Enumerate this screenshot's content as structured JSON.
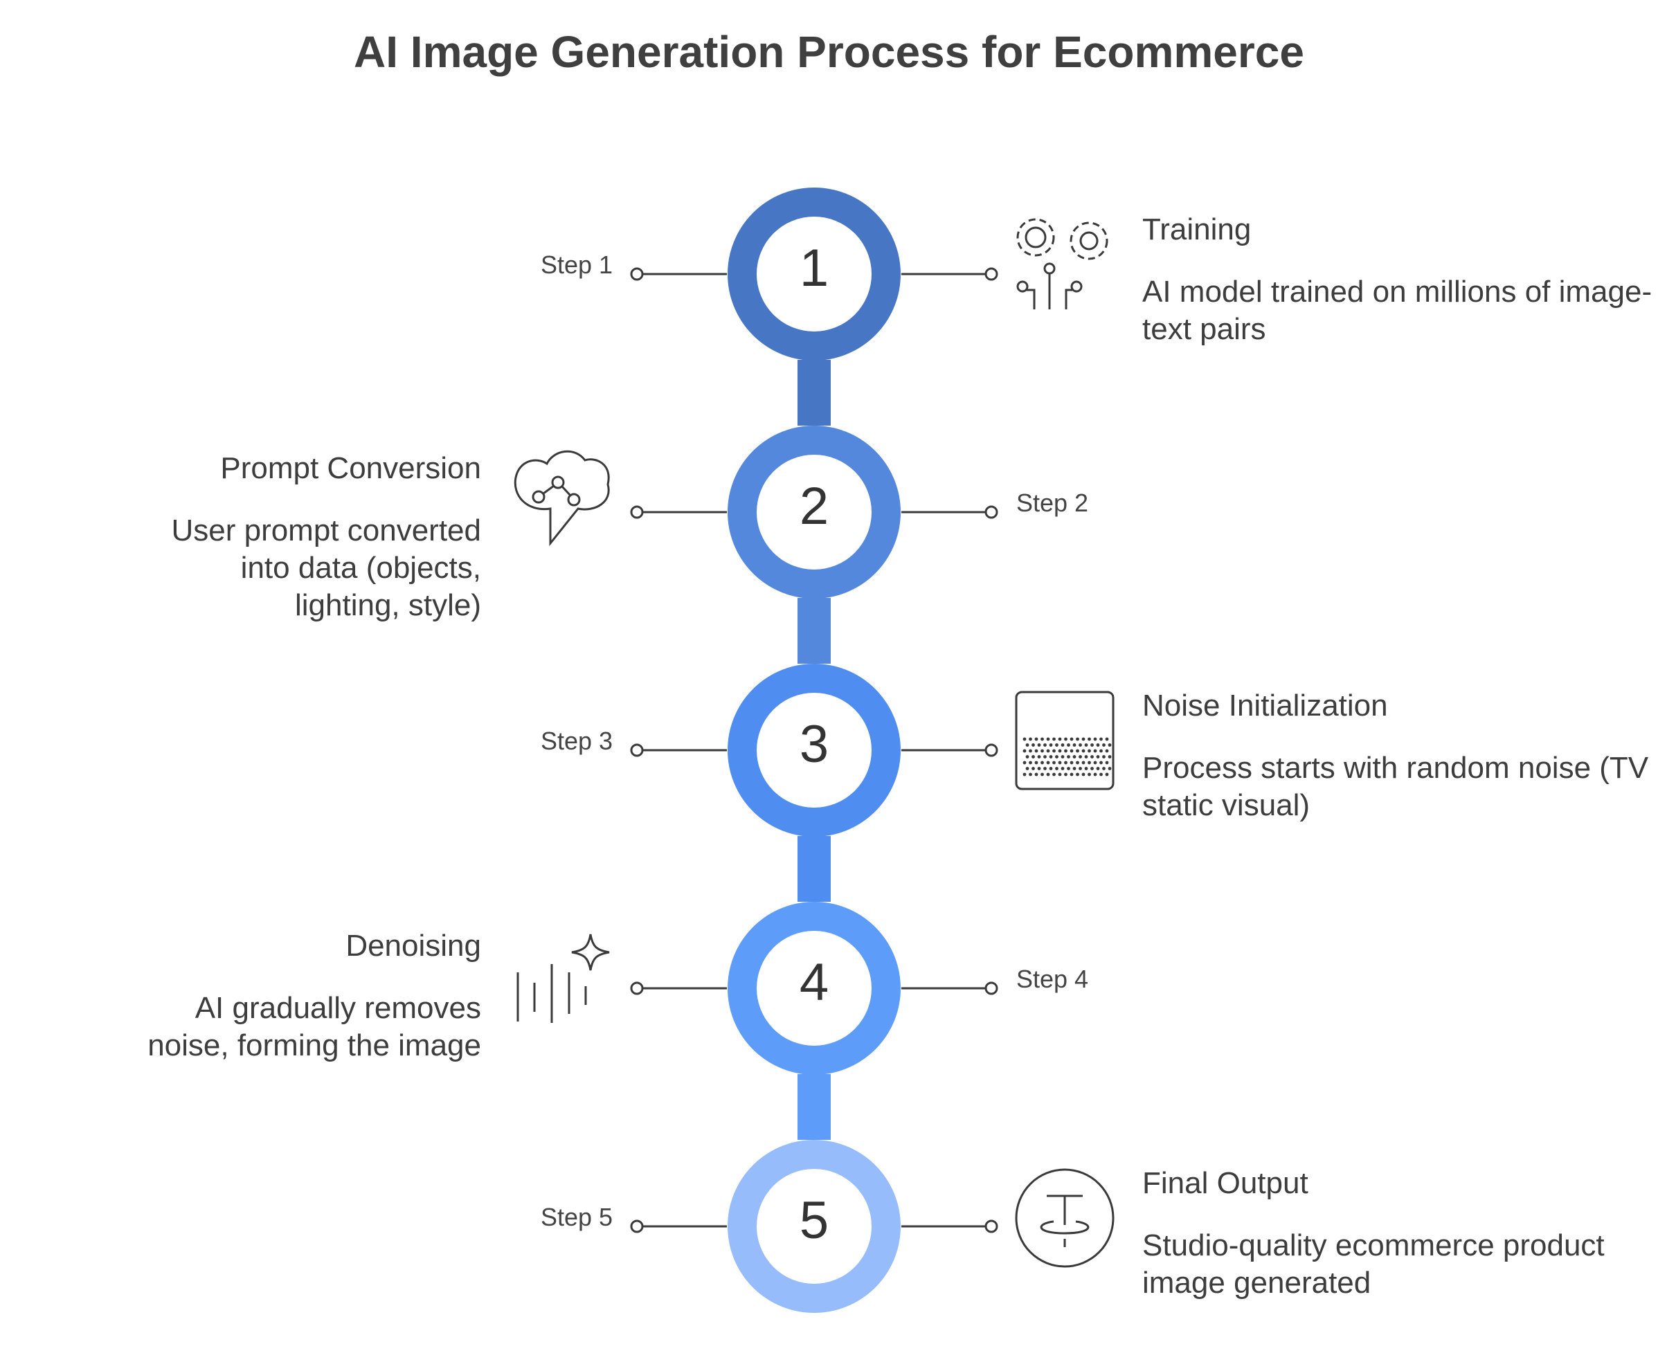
{
  "title": "AI Image Generation Process for Ecommerce",
  "steps": [
    {
      "number": "1",
      "step_label": "Step 1",
      "heading": "Training",
      "description": "AI model trained on millions of image-text pairs",
      "color": "#4777C4",
      "icon": "gears-circuit-icon",
      "side": "right"
    },
    {
      "number": "2",
      "step_label": "Step 2",
      "heading": "Prompt Conversion",
      "description": "User prompt converted into data (objects, lighting, style)",
      "color": "#5388DC",
      "icon": "speech-bubble-nodes-icon",
      "side": "left"
    },
    {
      "number": "3",
      "step_label": "Step 3",
      "heading": "Noise Initialization",
      "description": "Process starts with random noise (TV static visual)",
      "color": "#4F8DF0",
      "icon": "tv-static-icon",
      "side": "right"
    },
    {
      "number": "4",
      "step_label": "Step 4",
      "heading": "Denoising",
      "description": "AI gradually removes noise, forming the image",
      "color": "#5E9CFA",
      "icon": "sparkle-lines-icon",
      "side": "left"
    },
    {
      "number": "5",
      "step_label": "Step 5",
      "heading": "Final Output",
      "description": "Studio-quality ecommerce product image generated",
      "color": "#96BCFC",
      "icon": "product-turntable-icon",
      "side": "right"
    }
  ]
}
